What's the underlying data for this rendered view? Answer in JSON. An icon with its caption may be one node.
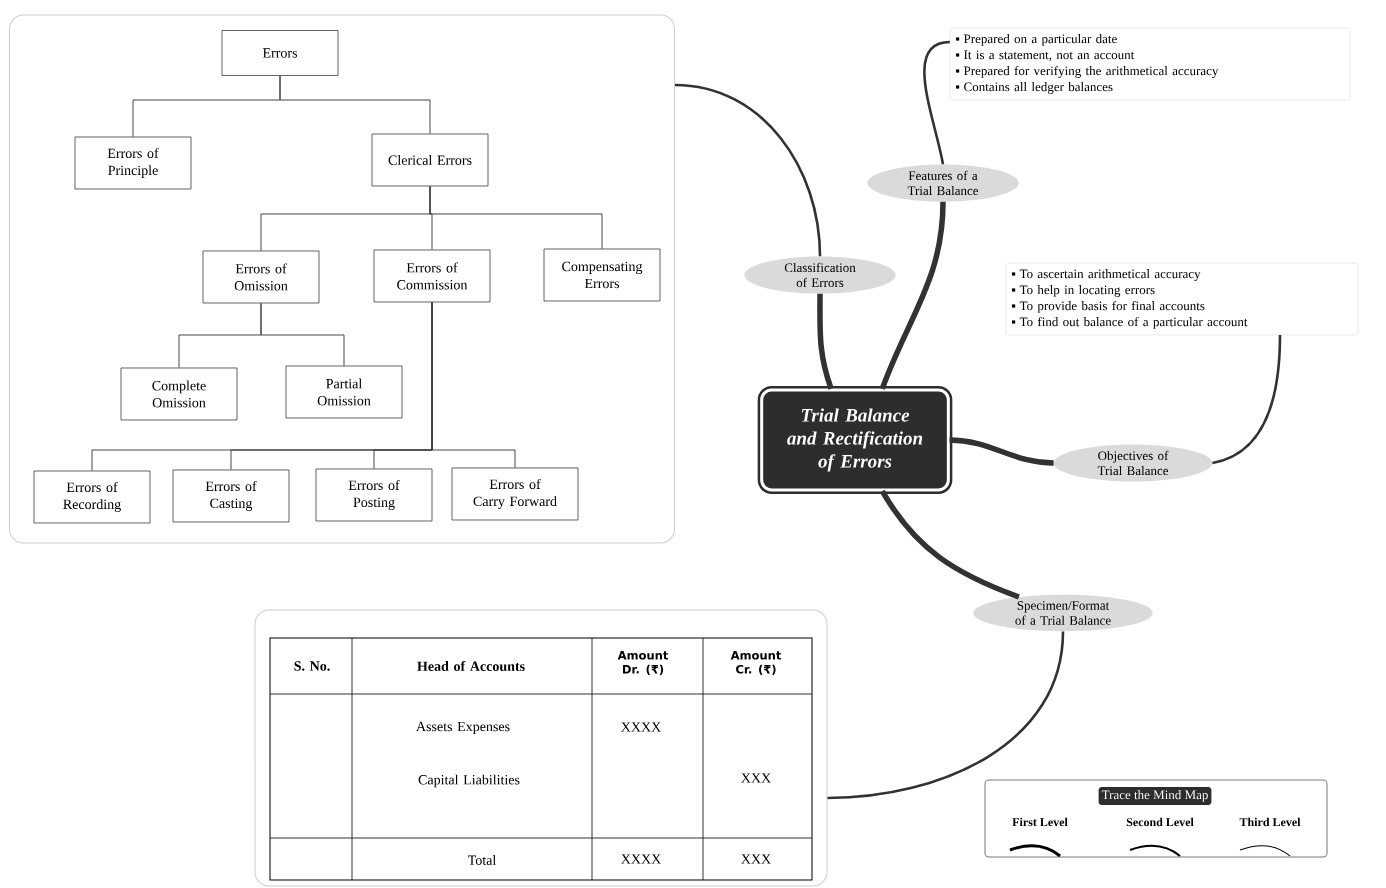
{
  "diagram": {
    "nodes": [
      {
        "text": [
          "Trial Balance and Rectification of Errors"
        ]
      },
      {
        "text": [
          "Classification of Errors"
        ]
      },
      {
        "text": [
          "Features of a Trial Balance"
        ]
      },
      {
        "text": [
          "Prepared on a particular date",
          "It is a statement, not an account",
          "Prepared for verifying the arithmetical accuracy",
          "Contains all ledger balances"
        ]
      },
      {
        "text": [
          "Objectives of Trial Balance"
        ]
      },
      {
        "text": [
          "To ascertain arithmetical accuracy",
          "To help in locating errors",
          "To provide basis for final accounts",
          "To find out balance of a particular account"
        ]
      },
      {
        "text": [
          "Specimen/Format of a Trial Balance"
        ]
      },
      {
        "text": [],
        "shape": "box"
      },
      {
        "text": [],
        "shape": "box"
      },
      {
        "text": [
          "Errors"
        ],
        "in": 7
      },
      {
        "text": [
          "Errors of Principle"
        ],
        "in": 7
      },
      {
        "text": [
          "Clerical Errors"
        ],
        "in": 7
      },
      {
        "text": [
          "Errors of Omission"
        ],
        "in": 7
      },
      {
        "text": [
          "Errors of Commission"
        ],
        "in": 7
      },
      {
        "text": [
          "Compensating Errors"
        ],
        "in": 7
      },
      {
        "text": [
          "Complete Omission"
        ],
        "in": 7
      },
      {
        "text": [
          "Partial Omission"
        ],
        "in": 7
      },
      {
        "text": [
          "Errors of Recording"
        ],
        "in": 7
      },
      {
        "text": [
          "Errors of Casting"
        ],
        "in": 7
      },
      {
        "text": [
          "Errors of Posting"
        ],
        "in": 7
      },
      {
        "text": [
          "Errors of Carry Forward"
        ],
        "in": 7
      }
    ],
    "edges": [
      {
        "from": 0,
        "to": 1,
        "arrow": "none",
        "style": "thick"
      },
      {
        "from": 1,
        "to": 7,
        "arrow": "none"
      },
      {
        "from": 0,
        "to": 2,
        "arrow": "none",
        "style": "thick"
      },
      {
        "from": 2,
        "to": 3,
        "arrow": "none"
      },
      {
        "from": 0,
        "to": 4,
        "arrow": "none",
        "style": "thick"
      },
      {
        "from": 4,
        "to": 5,
        "arrow": "none"
      },
      {
        "from": 0,
        "to": 6,
        "arrow": "none",
        "style": "thick"
      },
      {
        "from": 6,
        "to": 8,
        "arrow": "none"
      },
      {
        "from": 9,
        "to": 10,
        "arrow": "none"
      },
      {
        "from": 9,
        "to": 11,
        "arrow": "none"
      },
      {
        "from": 11,
        "to": 12,
        "arrow": "none"
      },
      {
        "from": 11,
        "to": 13,
        "arrow": "none"
      },
      {
        "from": 11,
        "to": 14,
        "arrow": "none"
      },
      {
        "from": 12,
        "to": 15,
        "arrow": "none"
      },
      {
        "from": 12,
        "to": 16,
        "arrow": "none"
      },
      {
        "from": 13,
        "to": 17,
        "arrow": "none"
      },
      {
        "from": 13,
        "to": 18,
        "arrow": "none"
      },
      {
        "from": 13,
        "to": 19,
        "arrow": "none"
      },
      {
        "from": 13,
        "to": 20,
        "arrow": "none"
      }
    ],
    "labels": [
      "S. No.",
      "Head of Accounts",
      "Amount Dr. (₹)",
      "Amount Cr. (₹)",
      "Assets Expenses",
      "XXXX",
      "Capital Liabilities",
      "XXX",
      "Total",
      "XXXX",
      "XXX",
      "Trace the Mind Map"
    ],
    "legend": [
      {
        "text": "First Level"
      },
      {
        "text": "Second Level"
      },
      {
        "text": "Third Level"
      }
    ]
  }
}
